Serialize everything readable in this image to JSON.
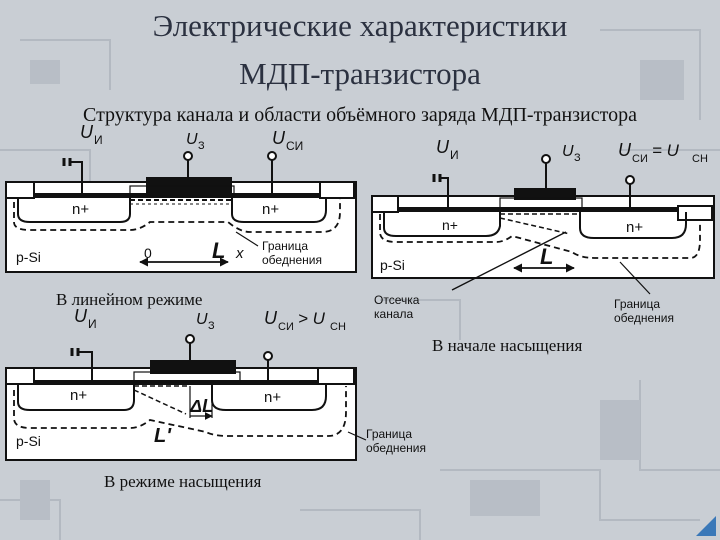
{
  "slide": {
    "title_line1": "Электрические характеристики",
    "title_line2": "МДП-транзистора",
    "subtitle": "Структура канала и области объёмного заряда МДП-транзистора",
    "captions": {
      "linear": "В линейном режиме",
      "onset": "В начале насыщения",
      "saturation": "В режиме насыщения"
    }
  },
  "diagram1": {
    "u_source": "U",
    "u_source_sub": "И",
    "u_gate": "U",
    "u_gate_sub": "З",
    "u_drain": "U",
    "u_drain_sub": "СИ",
    "n_left": "n+",
    "n_right": "n+",
    "substrate": "p-Si",
    "origin": "0",
    "length": "L",
    "axis": "x",
    "boundary_line1": "Граница",
    "boundary_line2": "обеднения"
  },
  "diagram2": {
    "u_source": "U",
    "u_source_sub": "И",
    "u_gate": "U",
    "u_gate_sub": "З",
    "u_drain": "U",
    "u_drain_sub": "СИ",
    "u_cond": "= U",
    "u_cond_sub": "СН",
    "n_left": "n+",
    "n_right": "n+",
    "substrate": "p-Si",
    "length": "L",
    "pinch_line1": "Отсечка",
    "pinch_line2": "канала",
    "boundary_line1": "Граница",
    "boundary_line2": "обеднения"
  },
  "diagram3": {
    "u_source": "U",
    "u_source_sub": "И",
    "u_gate": "U",
    "u_gate_sub": "З",
    "u_drain": "U",
    "u_drain_sub": "СИ",
    "u_cond": "> U",
    "u_cond_sub": "СН",
    "n_left": "n+",
    "n_right": "n+",
    "substrate": "p-Si",
    "delta_l": "ΔL",
    "l_prime": "L'",
    "boundary_line1": "Граница",
    "boundary_line2": "обеднения"
  },
  "colors": {
    "background": "#c9ced4",
    "title": "#2b3140",
    "accent": "#3a78b8"
  }
}
